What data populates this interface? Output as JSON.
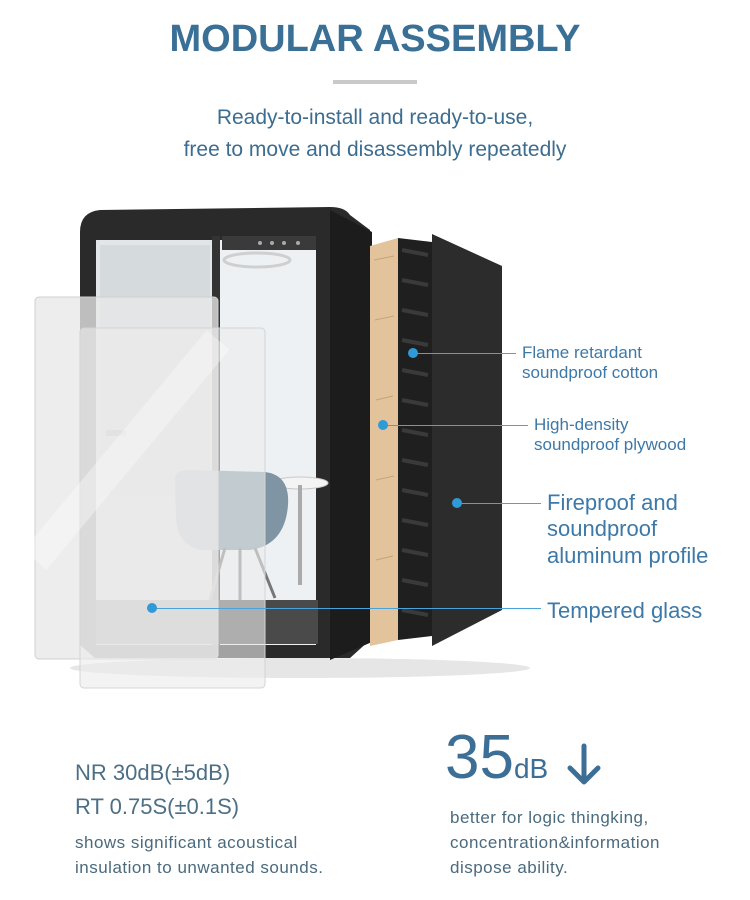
{
  "header": {
    "title": "MODULAR ASSEMBLY",
    "subtitle_line1": "Ready-to-install and ready-to-use,",
    "subtitle_line2": "free to move and disassembly repeatedly"
  },
  "callouts": {
    "cotton": [
      "Flame retardant",
      "soundproof cotton"
    ],
    "plywood": [
      "High-density",
      "soundproof plywood"
    ],
    "profile": [
      "Fireproof and",
      "soundproof",
      "aluminum profile"
    ],
    "glass": "Tempered glass"
  },
  "stats": {
    "nr": "NR 30dB(±5dB)",
    "rt": "RT 0.75S(±0.1S)",
    "left_desc": [
      "shows significant acoustical",
      "insulation to unwanted sounds."
    ],
    "big_number": "35",
    "big_unit": "dB",
    "right_desc": [
      "better for logic thingking,",
      "concentration&information",
      "dispose ability."
    ]
  },
  "colors": {
    "title": "#3a6f96",
    "callout": "#3d79a8",
    "dot": "#2e9bd8",
    "booth_frame": "#2a2a2a",
    "plywood": "#e3c39b"
  },
  "icons": [
    "down-arrow-icon"
  ]
}
